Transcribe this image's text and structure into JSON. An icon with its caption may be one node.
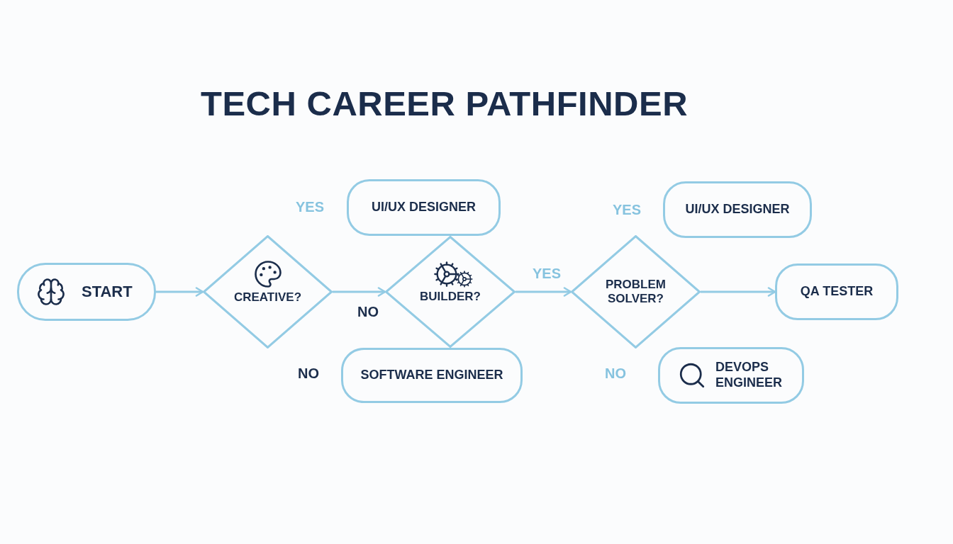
{
  "diagram": {
    "title": "TECH CAREER PATHFINDER",
    "nodes": [
      {
        "text": [
          "START"
        ]
      },
      {
        "text": [
          "CREATIVE?"
        ]
      },
      {
        "text": [
          "UI/UX DESIGNER"
        ]
      },
      {
        "text": [
          "BUILDER?"
        ]
      },
      {
        "text": [
          "SOFTWARE ENGINEER"
        ]
      },
      {
        "text": [
          "PROBLEM SOLVER?"
        ]
      },
      {
        "text": [
          "UI/UX DESIGNER"
        ]
      },
      {
        "text": [
          "QA TESTER"
        ]
      },
      {
        "text": [
          "DEVOPS ENGINEER"
        ]
      }
    ],
    "edges": [
      {
        "from": 0,
        "to": 1,
        "arrow": "to"
      },
      {
        "from": 1,
        "to": 3,
        "arrow": "to",
        "label": "NO"
      },
      {
        "from": 3,
        "to": 5,
        "arrow": "to",
        "label": "YES"
      },
      {
        "from": 5,
        "to": 7,
        "arrow": "to"
      }
    ],
    "labels": [
      "YES",
      "YES",
      "NO",
      "NO"
    ]
  }
}
